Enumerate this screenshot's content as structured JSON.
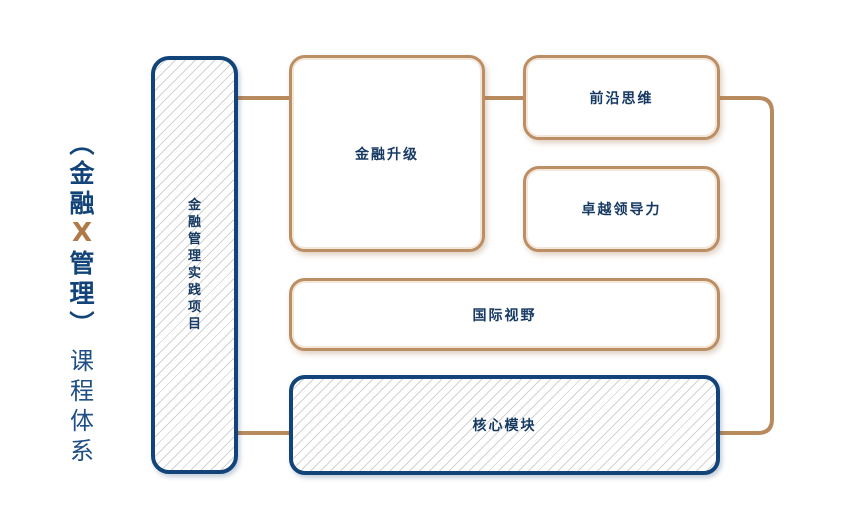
{
  "title": {
    "open_paren": "（",
    "main1": "金",
    "main2": "融",
    "x_char": "X",
    "main3": "管",
    "main4": "理",
    "close_paren": "）",
    "sub": [
      "课",
      "程",
      "体",
      "系"
    ]
  },
  "left_column": {
    "label_chars": [
      "金",
      "融",
      "管",
      "理",
      "实",
      "践",
      "项",
      "目"
    ]
  },
  "boxes": {
    "finance_upgrade": "金融升级",
    "frontier_thinking": "前沿思维",
    "excellent_leadership": "卓越领导力",
    "global_vision": "国际视野",
    "core_modules": "核心模块"
  },
  "colors": {
    "navy": "#12447a",
    "gold": "#bb8e63",
    "text": "#173a63"
  }
}
